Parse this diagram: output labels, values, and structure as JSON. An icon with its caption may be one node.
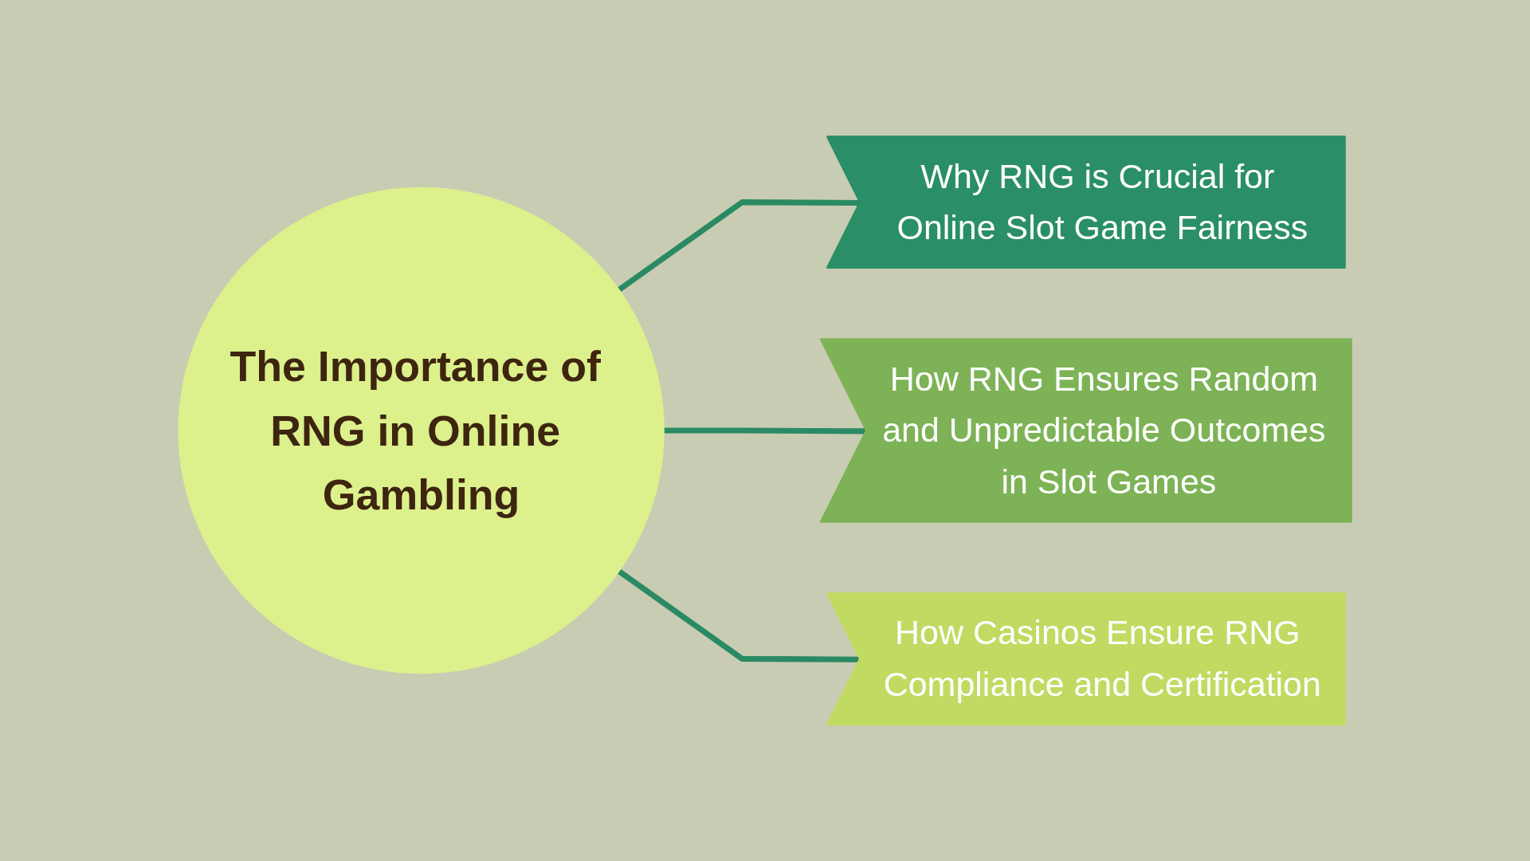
{
  "diagram": {
    "nodes": [
      {
        "text": [
          "The Importance of RNG in Online Gambling"
        ]
      },
      {
        "text": [
          "Why RNG is Crucial for Online Slot Game Fairness"
        ]
      },
      {
        "text": [
          "How RNG Ensures Random and Unpredictable Outcomes in Slot Games"
        ]
      },
      {
        "text": [
          "How Casinos Ensure RNG Compliance and Certification"
        ]
      }
    ],
    "edges": [
      {
        "from": 0,
        "to": 1,
        "arrow": "none"
      },
      {
        "from": 0,
        "to": 2,
        "arrow": "none"
      },
      {
        "from": 0,
        "to": 3,
        "arrow": "none"
      }
    ]
  }
}
